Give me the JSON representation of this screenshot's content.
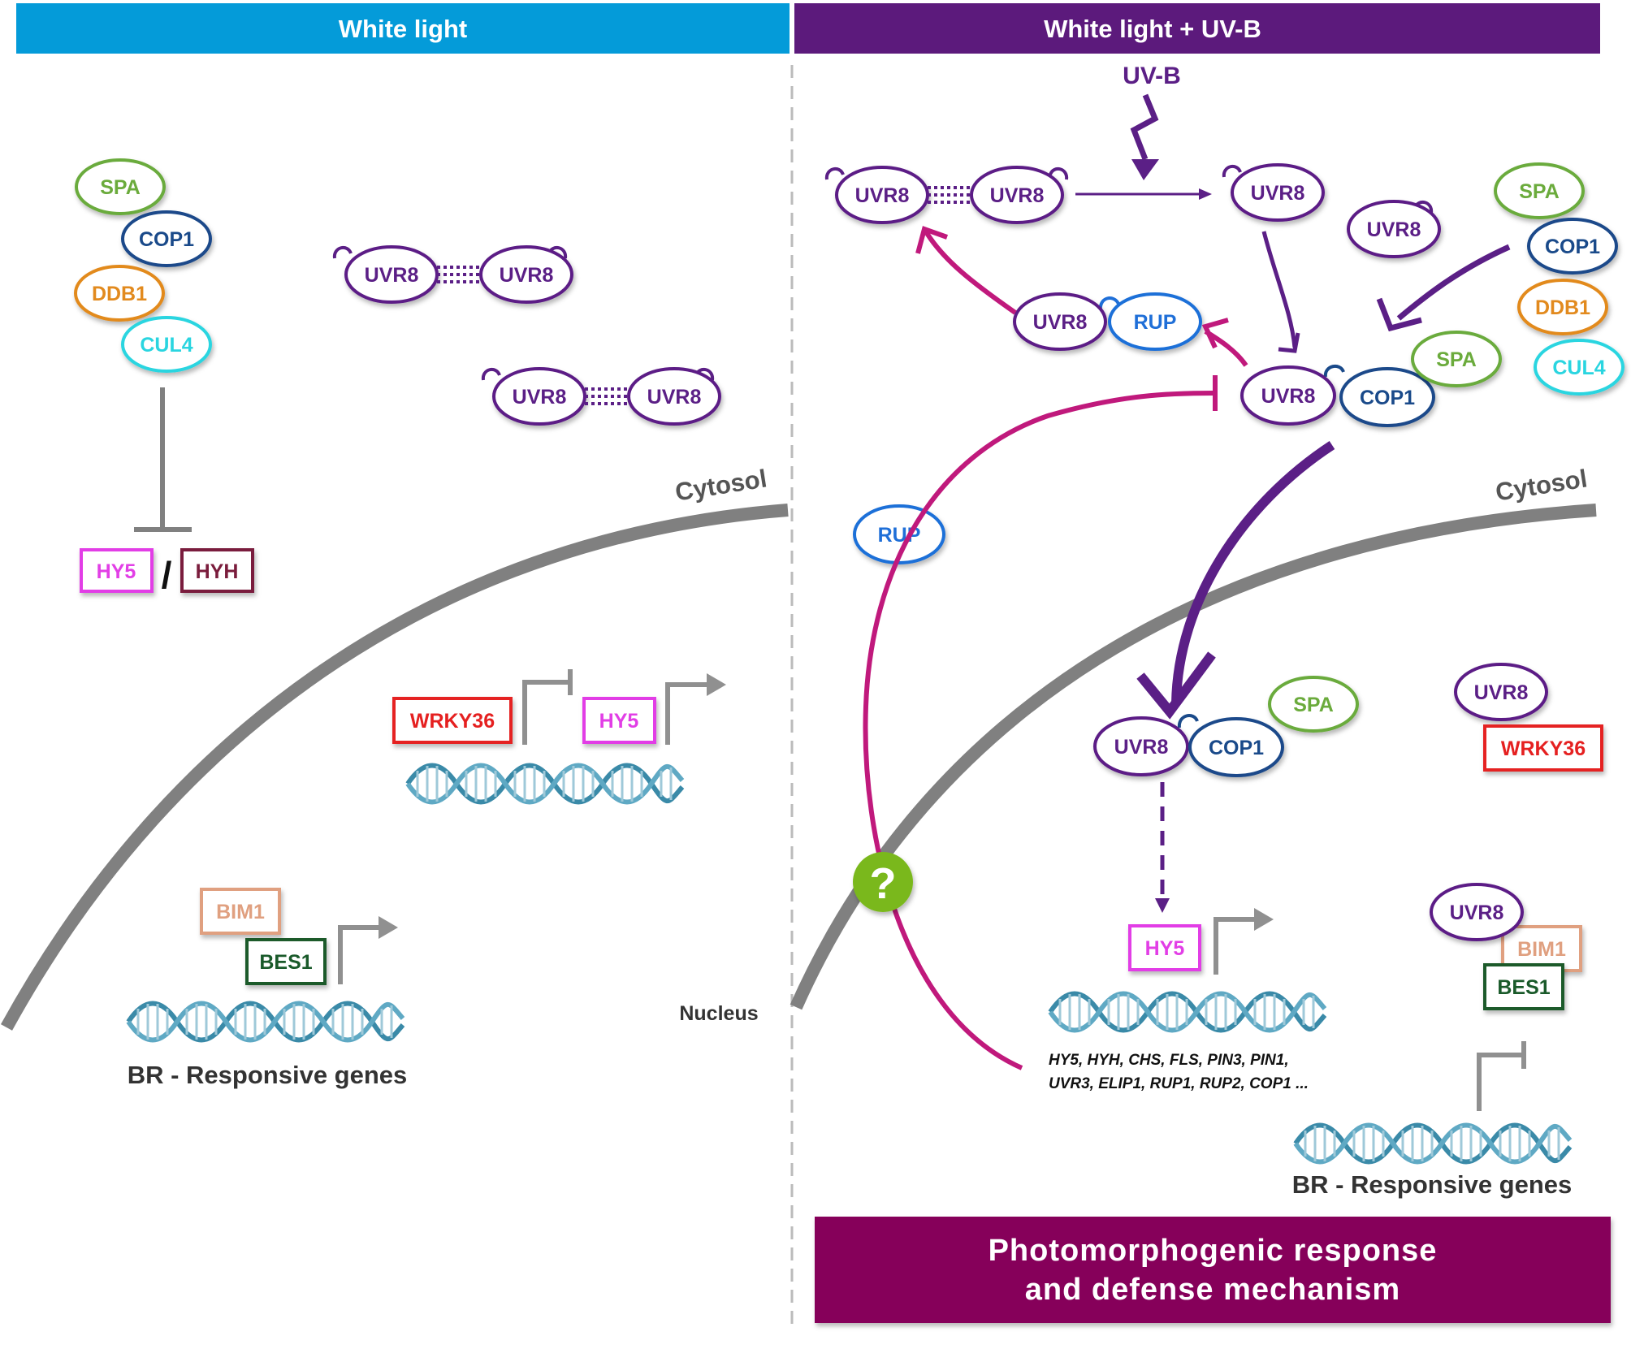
{
  "headers": {
    "left": "White light",
    "right": "White light + UV-B"
  },
  "labels": {
    "uvb": "UV-B",
    "cytosol_left": "Cytosol",
    "cytosol_right": "Cytosol",
    "nucleus": "Nucleus",
    "br_genes_left": "BR - Responsive genes",
    "br_genes_right": "BR - Responsive genes",
    "gene_list_line1": "HY5, HYH, CHS, FLS, PIN3, PIN1,",
    "gene_list_line2": "UVR3, ELIP1, RUP1, RUP2, COP1 ...",
    "question": "?",
    "slash": "/"
  },
  "footer": {
    "line1": "Photomorphogenic response",
    "line2": "and defense mechanism"
  },
  "proteins": {
    "spa": "SPA",
    "cop1": "COP1",
    "ddb1": "DDB1",
    "cul4": "CUL4",
    "uvr8": "UVR8",
    "rup": "RUP",
    "hy5": "HY5",
    "hyh": "HYH",
    "wrky36": "WRKY36",
    "bim1": "BIM1",
    "bes1": "BES1"
  },
  "colors": {
    "header_left": "#049bd9",
    "header_right": "#5c1a7c",
    "footer": "#86005a",
    "uvr8": "#5b1f86",
    "spa": "#6bab3c",
    "cop1": "#1a4a8a",
    "ddb1": "#e28a1e",
    "cul4": "#2ad5e0",
    "rup": "#1f6fd8",
    "hy5": "#e23ee6",
    "hyh": "#7a1c3c",
    "wrky36": "#e52020",
    "bim1": "#e0a080",
    "bes1": "#1a5a2a",
    "membrane": "#808080",
    "magenta_arrow": "#c0197c",
    "dna": "#3a8aa8",
    "question_badge": "#7ab81e"
  }
}
